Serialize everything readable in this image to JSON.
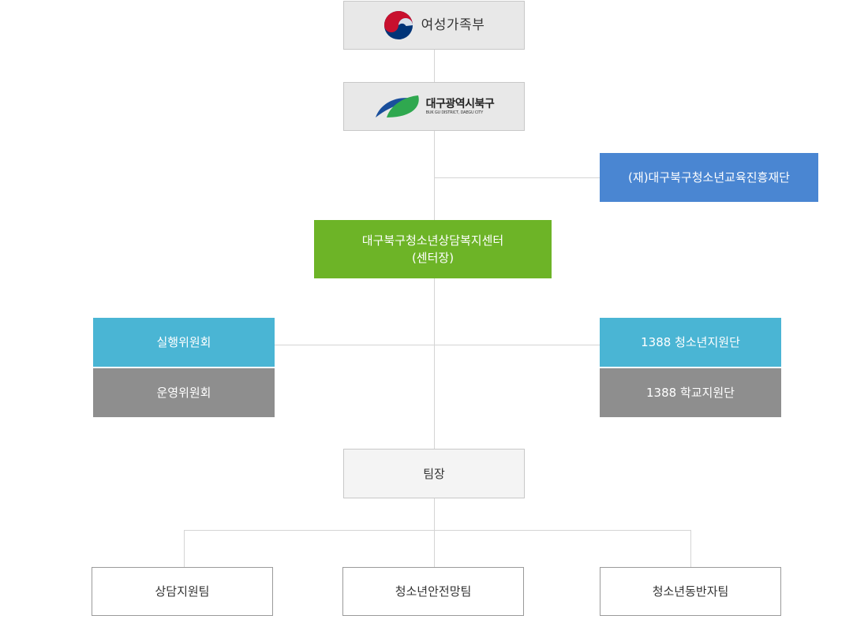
{
  "ministry": {
    "name": "여성가족부"
  },
  "district": {
    "name": "대구광역시북구",
    "subtitle": "BUK GU DISTRICT, DAEGU CITY"
  },
  "foundation": {
    "label": "(재)대구북구청소년교육진흥재단"
  },
  "center": {
    "line1": "대구북구청소년상담복지센터",
    "line2": "(센터장)"
  },
  "committees": {
    "executive": "실행위원회",
    "operating": "운영위원회"
  },
  "volunteers": {
    "youth": "1388 청소년지원단",
    "school": "1388 학교지원단"
  },
  "leader": {
    "label": "팀장"
  },
  "teams": [
    "상담지원팀",
    "청소년안전망팀",
    "청소년동반자팀"
  ],
  "colors": {
    "foundation": "#4a86d2",
    "center": "#6db427",
    "support": "#4ab5d4",
    "secondary": "#8e8e8e",
    "emblem_red": "#c8102e",
    "emblem_blue": "#003478",
    "district_green": "#2fa84f"
  },
  "icons": {
    "ministry": "taegeuk-emblem-icon",
    "district": "bukgu-leaf-logo-icon"
  }
}
